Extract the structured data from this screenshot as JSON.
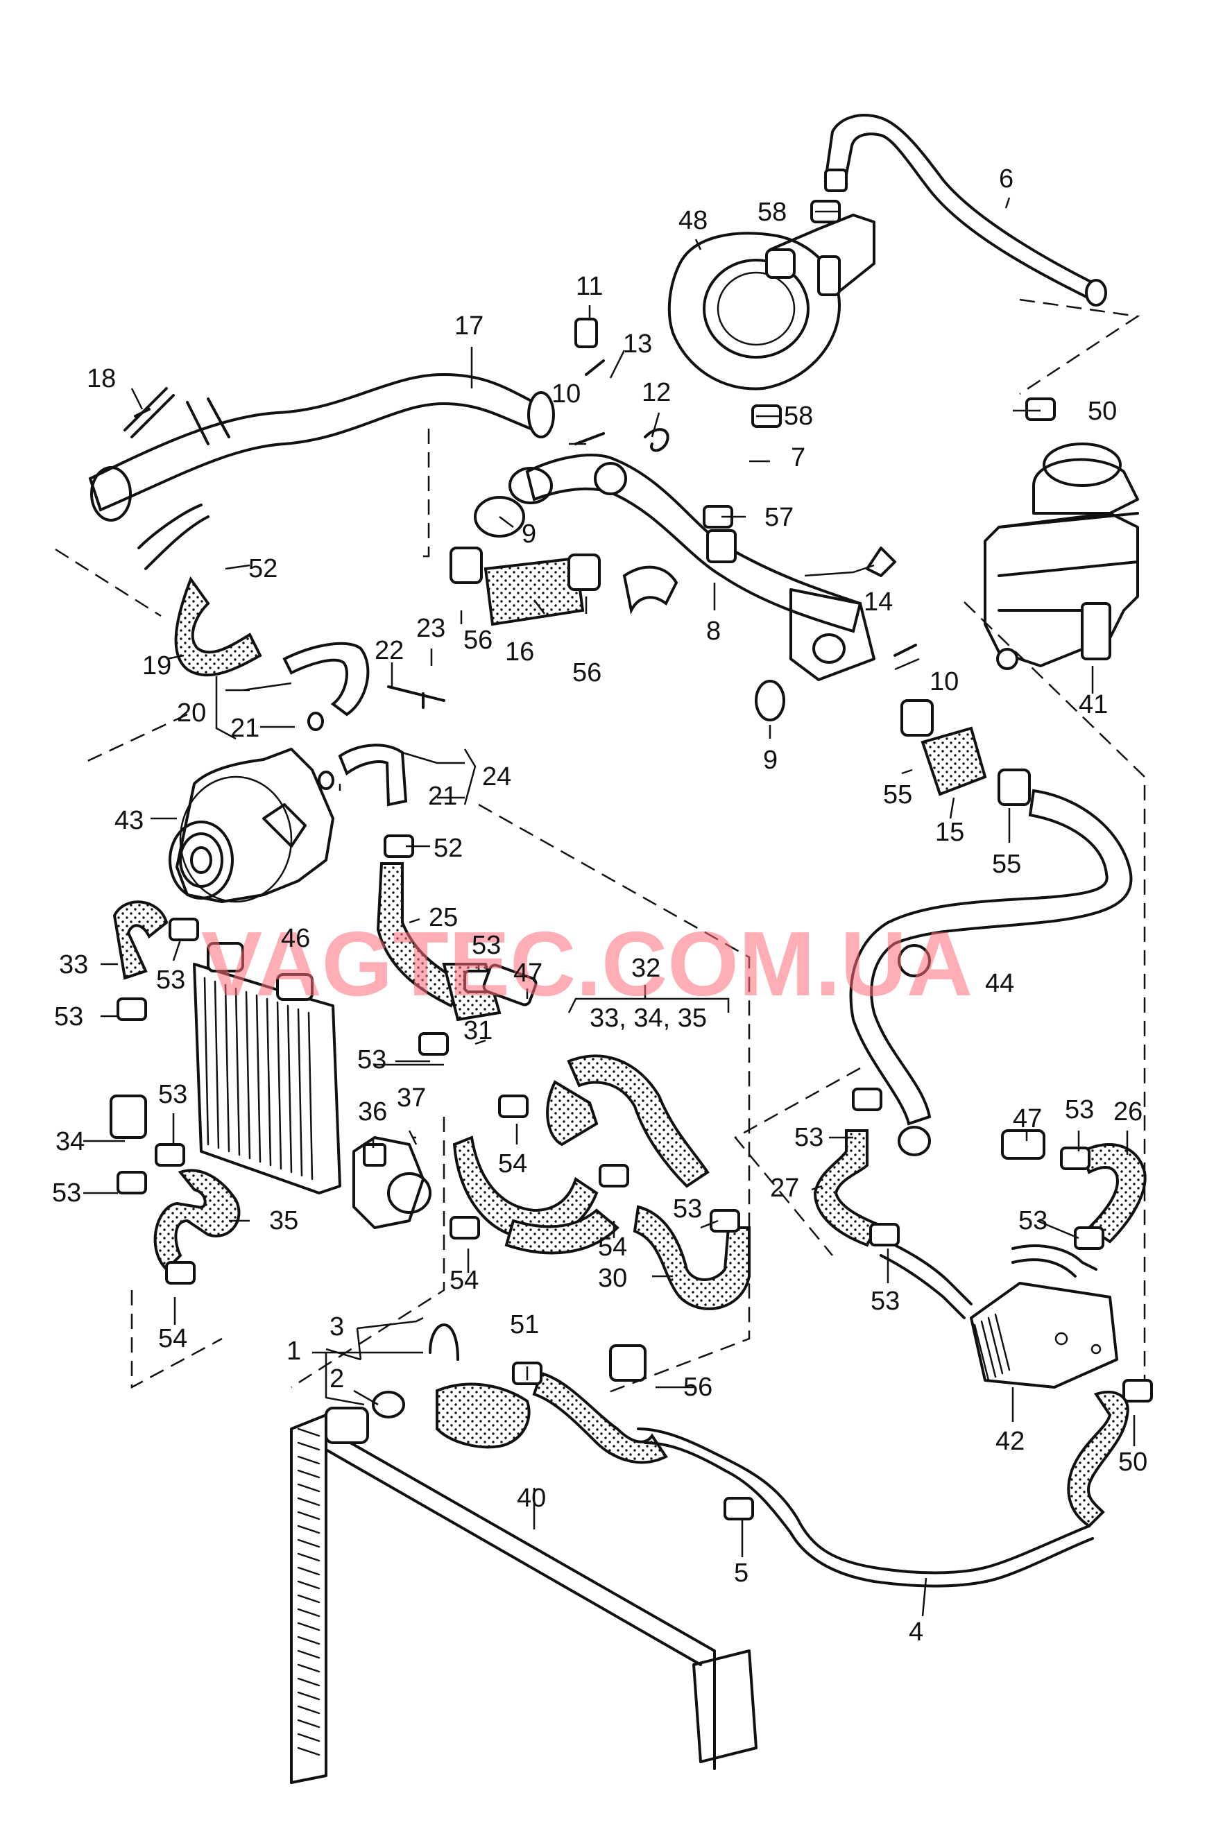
{
  "watermark": "VAGTEC.COM.UA",
  "colors": {
    "line": "#111111",
    "watermark": "#ff6b7a",
    "background": "#ffffff"
  },
  "callouts": [
    {
      "id": "c6",
      "text": "6"
    },
    {
      "id": "c58a",
      "text": "58"
    },
    {
      "id": "c48",
      "text": "48"
    },
    {
      "id": "c11",
      "text": "11"
    },
    {
      "id": "c13",
      "text": "13"
    },
    {
      "id": "c17",
      "text": "17"
    },
    {
      "id": "c18",
      "text": "18"
    },
    {
      "id": "c10a",
      "text": "10"
    },
    {
      "id": "c12",
      "text": "12"
    },
    {
      "id": "c58b",
      "text": "58"
    },
    {
      "id": "c50a",
      "text": "50"
    },
    {
      "id": "c7",
      "text": "7"
    },
    {
      "id": "c9a",
      "text": "9"
    },
    {
      "id": "c57",
      "text": "57"
    },
    {
      "id": "c52a",
      "text": "52"
    },
    {
      "id": "c14",
      "text": "14"
    },
    {
      "id": "c56a",
      "text": "56"
    },
    {
      "id": "c16",
      "text": "16"
    },
    {
      "id": "c56b",
      "text": "56"
    },
    {
      "id": "c8",
      "text": "8"
    },
    {
      "id": "c19",
      "text": "19"
    },
    {
      "id": "c23",
      "text": "23"
    },
    {
      "id": "c22",
      "text": "22"
    },
    {
      "id": "c10b",
      "text": "10"
    },
    {
      "id": "c20",
      "text": "20"
    },
    {
      "id": "c21a",
      "text": "21"
    },
    {
      "id": "c9b",
      "text": "9"
    },
    {
      "id": "c41",
      "text": "41"
    },
    {
      "id": "c24",
      "text": "24"
    },
    {
      "id": "c21b",
      "text": "21"
    },
    {
      "id": "c55a",
      "text": "55"
    },
    {
      "id": "c43",
      "text": "43"
    },
    {
      "id": "c15",
      "text": "15"
    },
    {
      "id": "c52b",
      "text": "52"
    },
    {
      "id": "c55b",
      "text": "55"
    },
    {
      "id": "c25",
      "text": "25"
    },
    {
      "id": "c46",
      "text": "46"
    },
    {
      "id": "c53a",
      "text": "53"
    },
    {
      "id": "c32",
      "text": "32"
    },
    {
      "id": "c44",
      "text": "44"
    },
    {
      "id": "c33a",
      "text": "33"
    },
    {
      "id": "c53b",
      "text": "53"
    },
    {
      "id": "c47a",
      "text": "47"
    },
    {
      "id": "c33group",
      "text": "33, 34, 35"
    },
    {
      "id": "c53c",
      "text": "53"
    },
    {
      "id": "c31",
      "text": "31"
    },
    {
      "id": "c53d",
      "text": "53"
    },
    {
      "id": "c53e",
      "text": "53"
    },
    {
      "id": "c37",
      "text": "37"
    },
    {
      "id": "c36",
      "text": "36"
    },
    {
      "id": "c47b",
      "text": "47"
    },
    {
      "id": "c53f",
      "text": "53"
    },
    {
      "id": "c26",
      "text": "26"
    },
    {
      "id": "c34",
      "text": "34"
    },
    {
      "id": "c54a",
      "text": "54"
    },
    {
      "id": "c53g",
      "text": "53"
    },
    {
      "id": "c27",
      "text": "27"
    },
    {
      "id": "c53h",
      "text": "53"
    },
    {
      "id": "c35",
      "text": "35"
    },
    {
      "id": "c53i",
      "text": "53"
    },
    {
      "id": "c54b",
      "text": "54"
    },
    {
      "id": "c53j",
      "text": "53"
    },
    {
      "id": "c30",
      "text": "30"
    },
    {
      "id": "c54c",
      "text": "54"
    },
    {
      "id": "c53k",
      "text": "53"
    },
    {
      "id": "c54d",
      "text": "54"
    },
    {
      "id": "c3",
      "text": "3"
    },
    {
      "id": "c51",
      "text": "51"
    },
    {
      "id": "c1",
      "text": "1"
    },
    {
      "id": "c2",
      "text": "2"
    },
    {
      "id": "c56c",
      "text": "56"
    },
    {
      "id": "c42",
      "text": "42"
    },
    {
      "id": "c50b",
      "text": "50"
    },
    {
      "id": "c40",
      "text": "40"
    },
    {
      "id": "c5",
      "text": "5"
    },
    {
      "id": "c4",
      "text": "4"
    }
  ]
}
